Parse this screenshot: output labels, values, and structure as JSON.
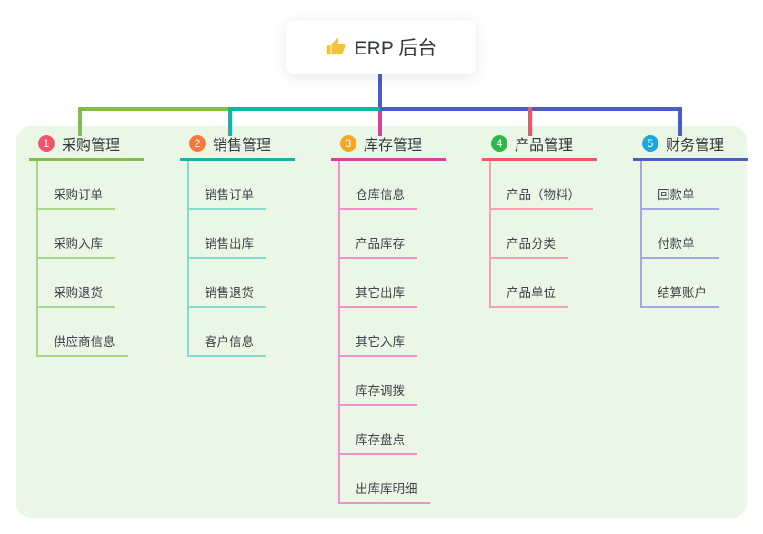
{
  "root": {
    "label": "ERP 后台",
    "icon": "thumbs-up-icon",
    "line_color": "#4A5CC5"
  },
  "canvas": {
    "background": "#FFFFFF",
    "panel_background": "#EAF6E6"
  },
  "branches": [
    {
      "num": "1",
      "title": "采购管理",
      "badge_color": "#F0566A",
      "line_color": "#82BD4E",
      "sub_line_color": "#A9D78D",
      "items": [
        "采购订单",
        "采购入库",
        "采购退货",
        "供应商信息"
      ]
    },
    {
      "num": "2",
      "title": "销售管理",
      "badge_color": "#F6793B",
      "line_color": "#13B5A6",
      "sub_line_color": "#8BD9D0",
      "items": [
        "销售订单",
        "销售出库",
        "销售退货",
        "客户信息"
      ]
    },
    {
      "num": "3",
      "title": "库存管理",
      "badge_color": "#F5A623",
      "line_color": "#D6419F",
      "sub_line_color": "#F391CC",
      "items": [
        "仓库信息",
        "产品库存",
        "其它出库",
        "其它入库",
        "库存调拨",
        "库存盘点",
        "出库库明细"
      ]
    },
    {
      "num": "4",
      "title": "产品管理",
      "badge_color": "#2DB84C",
      "line_color": "#F0566A",
      "sub_line_color": "#F7A3AE",
      "items": [
        "产品（物料）",
        "产品分类",
        "产品单位"
      ]
    },
    {
      "num": "5",
      "title": "财务管理",
      "badge_color": "#1CA6DD",
      "line_color": "#4A5CC5",
      "sub_line_color": "#9FABE0",
      "items": [
        "回款单",
        "付款单",
        "结算账户"
      ]
    }
  ]
}
